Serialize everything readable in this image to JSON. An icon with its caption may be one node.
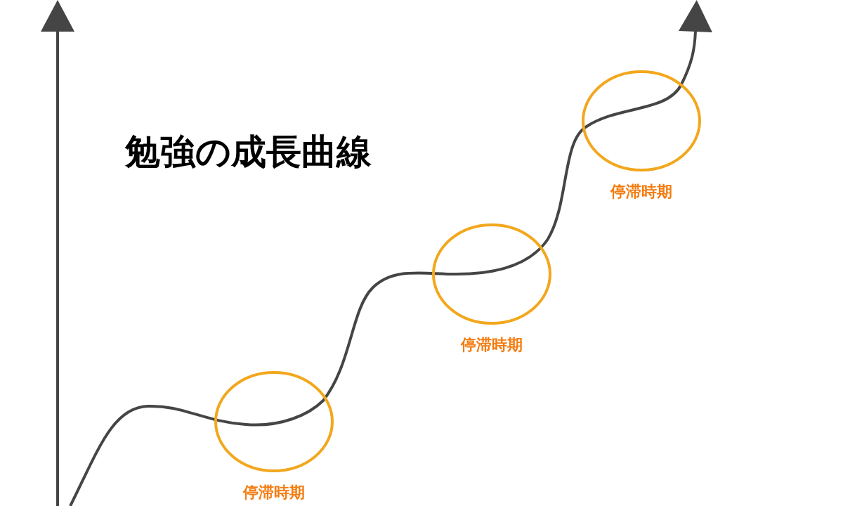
{
  "diagram": {
    "title": "勉強の成長曲線",
    "nodes": [
      {
        "text": [
          "停滞時期"
        ]
      },
      {
        "text": [
          "停滞時期"
        ]
      },
      {
        "text": [
          "停滞時期"
        ]
      }
    ]
  }
}
